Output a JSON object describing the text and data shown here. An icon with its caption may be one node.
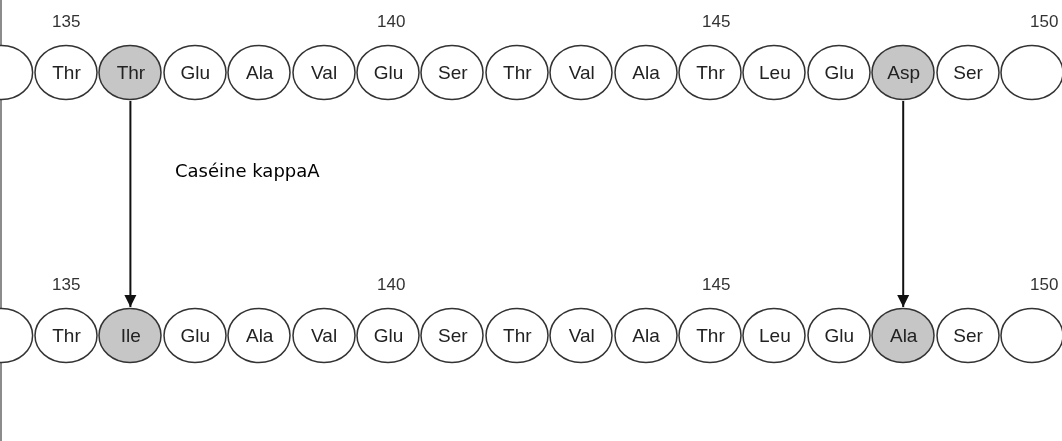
{
  "diagram": {
    "nodes": [
      {
        "text": [],
        "shape": "circle"
      },
      {
        "text": [
          "Thr"
        ]
      },
      {
        "text": [
          "Thr"
        ]
      },
      {
        "text": [
          "Glu"
        ]
      },
      {
        "text": [
          "Ala"
        ]
      },
      {
        "text": [
          "Val"
        ]
      },
      {
        "text": [
          "Glu"
        ]
      },
      {
        "text": [
          "Ser"
        ]
      },
      {
        "text": [
          "Thr"
        ]
      },
      {
        "text": [
          "Val"
        ]
      },
      {
        "text": [
          "Ala"
        ]
      },
      {
        "text": [
          "Thr"
        ]
      },
      {
        "text": [
          "Leu"
        ]
      },
      {
        "text": [
          "Glu"
        ]
      },
      {
        "text": [
          "Asp"
        ]
      },
      {
        "text": [
          "Ser"
        ]
      },
      {
        "text": [],
        "shape": "circle"
      },
      {
        "text": [],
        "shape": "circle"
      },
      {
        "text": [
          "Thr"
        ]
      },
      {
        "text": [
          "Ile"
        ]
      },
      {
        "text": [
          "Glu"
        ]
      },
      {
        "text": [
          "Ala"
        ]
      },
      {
        "text": [
          "Val"
        ]
      },
      {
        "text": [
          "Glu"
        ]
      },
      {
        "text": [
          "Ser"
        ]
      },
      {
        "text": [
          "Thr"
        ]
      },
      {
        "text": [
          "Val"
        ]
      },
      {
        "text": [
          "Ala"
        ]
      },
      {
        "text": [
          "Thr"
        ]
      },
      {
        "text": [
          "Leu"
        ]
      },
      {
        "text": [
          "Glu"
        ]
      },
      {
        "text": [
          "Ala"
        ]
      },
      {
        "text": [
          "Ser"
        ]
      },
      {
        "text": [],
        "shape": "circle"
      }
    ],
    "edges": [
      {
        "from": 2,
        "to": 19,
        "arrow": "to"
      },
      {
        "from": 14,
        "to": 31,
        "arrow": "to"
      }
    ],
    "labels": [
      "135",
      "140",
      "145",
      "150",
      "Caséine kappaA",
      "135",
      "140",
      "145",
      "150"
    ]
  }
}
